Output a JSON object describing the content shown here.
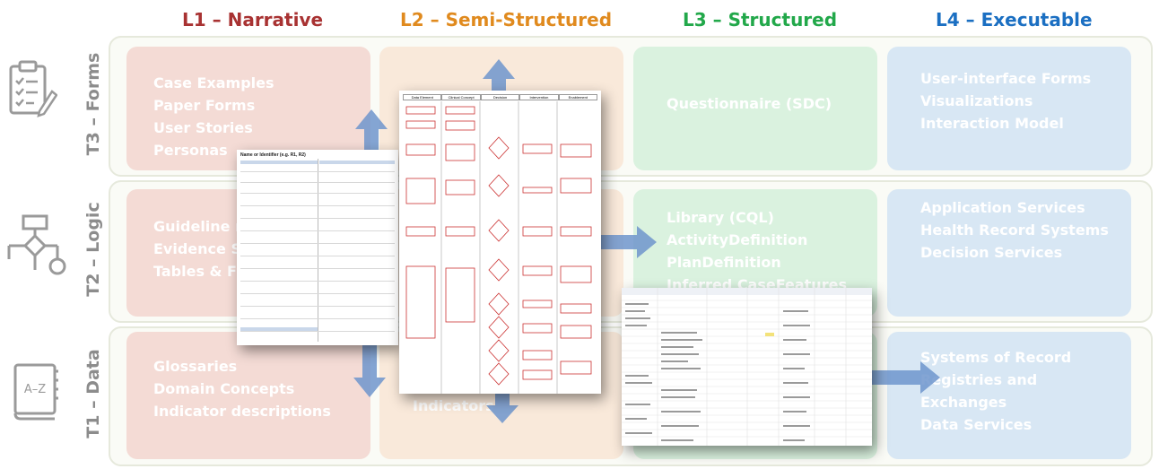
{
  "columns": [
    {
      "label": "L1 – Narrative",
      "color": "#a83232"
    },
    {
      "label": "L2 – Semi-Structured",
      "color": "#e08a1e"
    },
    {
      "label": "L3 – Structured",
      "color": "#22a84a"
    },
    {
      "label": "L4 – Executable",
      "color": "#1b6fc2"
    }
  ],
  "tiers": [
    {
      "label": "T3 – Forms",
      "icon": "clipboard-icon"
    },
    {
      "label": "T2 – Logic",
      "icon": "flowchart-icon"
    },
    {
      "label": "T1 – Data",
      "icon": "dictionary-book-icon"
    }
  ],
  "cells": {
    "t3_l1": [
      "Case Examples",
      "Paper Forms",
      "User Stories",
      "Personas"
    ],
    "t3_l3": [
      "Questionnaire (SDC)"
    ],
    "t3_l4": [
      "User-interface Forms",
      "Visualizations",
      "Interaction Model"
    ],
    "t2_l1": [
      "Guideline narrative",
      "Evidence Summaries",
      "Tables & Figures"
    ],
    "t2_l3": [
      "Library (CQL)",
      "ActivityDefinition",
      "PlanDefinition",
      "Inferred CaseFeatures"
    ],
    "t2_l4": [
      "Application Services",
      "Health Record Systems",
      "Decision Services"
    ],
    "t1_l1": [
      "Glossaries",
      "Domain Concepts",
      "Indicator descriptions"
    ],
    "t1_l2": [
      "Indicators"
    ],
    "t1_l4": [
      "Systems of Record",
      "Registries and",
      "Exchanges",
      "Data Services"
    ]
  },
  "documents": {
    "recommendation_form_title": "Name or Identifier (e.g. R1, R2)",
    "decision_table_headers": [
      "Data Element",
      "Clinical Concept",
      "Decision",
      "Intervention",
      "Enablement"
    ]
  },
  "colors": {
    "arrow": "#6f95cc",
    "band_border": "#e6e9dc",
    "tier_label": "#8c8c8c"
  }
}
